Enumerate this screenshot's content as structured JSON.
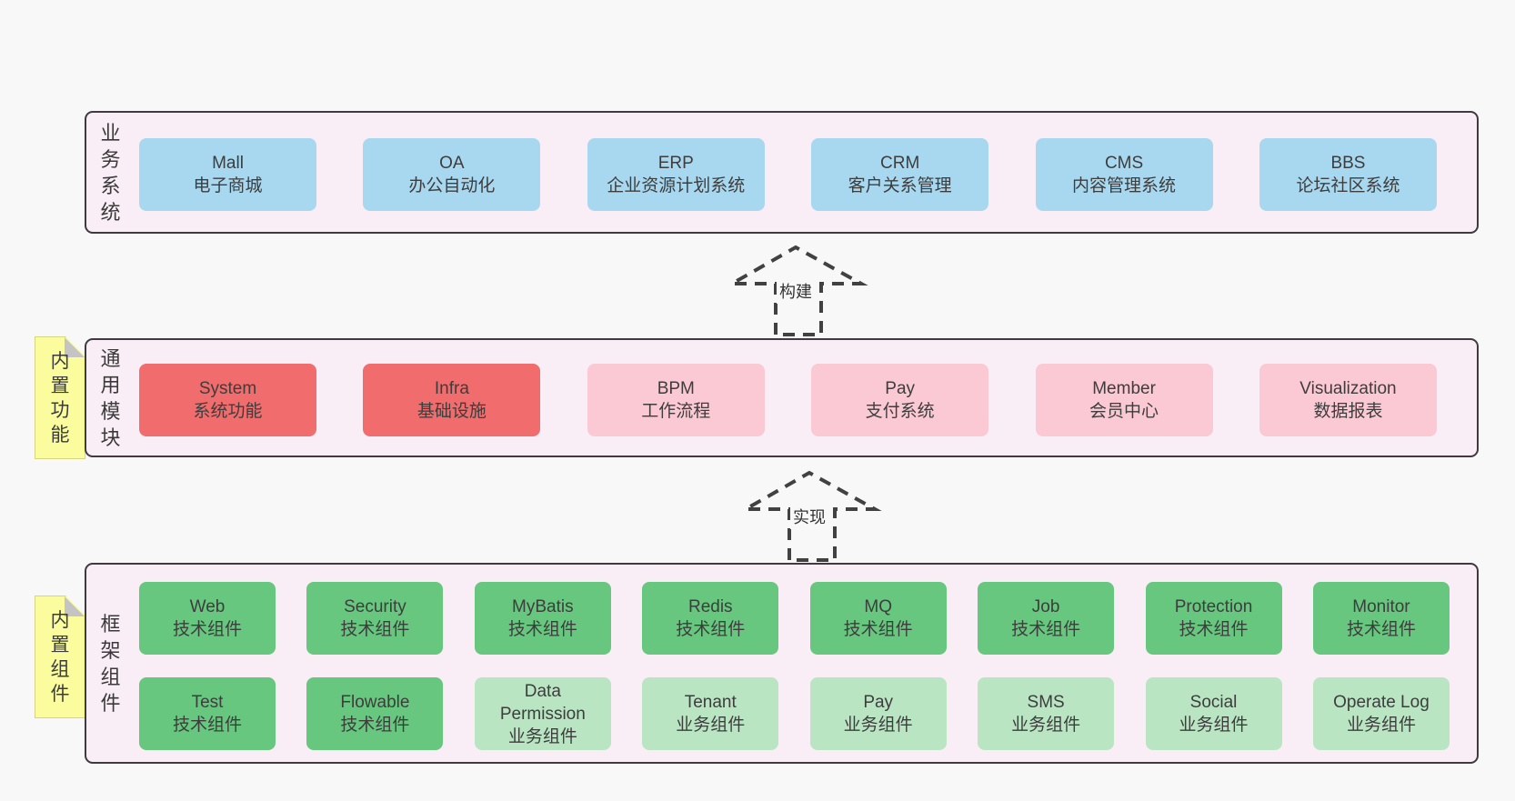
{
  "colors": {
    "page_bg": "#f8f8f8",
    "layer_bg": "#f9edf6",
    "layer_border": "#3f3a3f",
    "blue_box": "#a8d8f0",
    "red_box": "#f16c6c",
    "pink_box": "#fbc9d4",
    "green_box": "#67c77e",
    "light_green_box": "#b9e5c3",
    "note_yellow": "#fafc9e",
    "note_fold_gray": "#c4c4c4",
    "text": "#3d3d3d"
  },
  "arrows": [
    {
      "label": "构建"
    },
    {
      "label": "实现"
    }
  ],
  "layers": [
    {
      "label": "业务系统",
      "boxes": [
        {
          "name": "Mall",
          "desc": "电子商城",
          "variant": "blue"
        },
        {
          "name": "OA",
          "desc": "办公自动化",
          "variant": "blue"
        },
        {
          "name": "ERP",
          "desc": "企业资源计划系统",
          "variant": "blue"
        },
        {
          "name": "CRM",
          "desc": "客户关系管理",
          "variant": "blue"
        },
        {
          "name": "CMS",
          "desc": "内容管理系统",
          "variant": "blue"
        },
        {
          "name": "BBS",
          "desc": "论坛社区系统",
          "variant": "blue"
        }
      ]
    },
    {
      "label": "通用模块",
      "note": "内置功能",
      "boxes": [
        {
          "name": "System",
          "desc": "系统功能",
          "variant": "red"
        },
        {
          "name": "Infra",
          "desc": "基础设施",
          "variant": "red"
        },
        {
          "name": "BPM",
          "desc": "工作流程",
          "variant": "pink"
        },
        {
          "name": "Pay",
          "desc": "支付系统",
          "variant": "pink"
        },
        {
          "name": "Member",
          "desc": "会员中心",
          "variant": "pink"
        },
        {
          "name": "Visualization",
          "desc": "数据报表",
          "variant": "pink"
        }
      ]
    },
    {
      "label": "框架组件",
      "note": "内置组件",
      "boxes": [
        {
          "name": "Web",
          "desc": "技术组件",
          "variant": "green"
        },
        {
          "name": "Security",
          "desc": "技术组件",
          "variant": "green"
        },
        {
          "name": "MyBatis",
          "desc": "技术组件",
          "variant": "green"
        },
        {
          "name": "Redis",
          "desc": "技术组件",
          "variant": "green"
        },
        {
          "name": "MQ",
          "desc": "技术组件",
          "variant": "green"
        },
        {
          "name": "Job",
          "desc": "技术组件",
          "variant": "green"
        },
        {
          "name": "Protection",
          "desc": "技术组件",
          "variant": "green"
        },
        {
          "name": "Monitor",
          "desc": "技术组件",
          "variant": "green"
        },
        {
          "name": "Test",
          "desc": "技术组件",
          "variant": "green"
        },
        {
          "name": "Flowable",
          "desc": "技术组件",
          "variant": "green"
        },
        {
          "name": "Data Permission",
          "desc": "业务组件",
          "variant": "light-green"
        },
        {
          "name": "Tenant",
          "desc": "业务组件",
          "variant": "light-green"
        },
        {
          "name": "Pay",
          "desc": "业务组件",
          "variant": "light-green"
        },
        {
          "name": "SMS",
          "desc": "业务组件",
          "variant": "light-green"
        },
        {
          "name": "Social",
          "desc": "业务组件",
          "variant": "light-green"
        },
        {
          "name": "Operate Log",
          "desc": "业务组件",
          "variant": "light-green"
        }
      ]
    }
  ]
}
